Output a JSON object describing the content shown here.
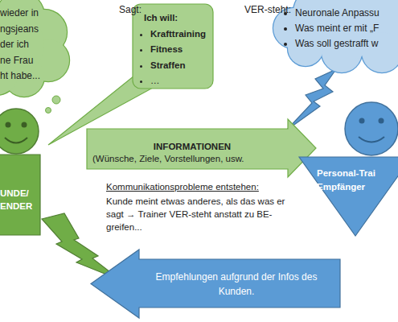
{
  "diagram": {
    "nodes": [
      {
        "text": [
          "wieder in ngsjeans der ich ne Frau ht habe..."
        ]
      },
      {
        "text": [
          "Ich will:",
          "Krafttraining",
          "Fitness",
          "Straffen",
          "…"
        ]
      },
      {
        "text": [
          "Neuronale Anpassu",
          "Was meint er mit „F",
          "Was soll gestrafft w"
        ]
      },
      {
        "text": [
          "INFORMATIONEN",
          "(Wünsche, Ziele, Vorstellungen, usw."
        ]
      },
      {
        "text": [
          "UNDE/ ENDER"
        ]
      },
      {
        "text": [
          "Personal-Trai Empfänger"
        ]
      },
      {
        "text": [
          "Empfehlungen aufgrund der Infos des Kunden."
        ]
      }
    ],
    "labels": [
      "Sagt:",
      "VER-steht:",
      "Kommunikationsprobleme entstehen:",
      "Kunde meint etwas anderes, als das was er sagt → Trainer VER-steht anstatt zu BE-greifen..."
    ]
  }
}
